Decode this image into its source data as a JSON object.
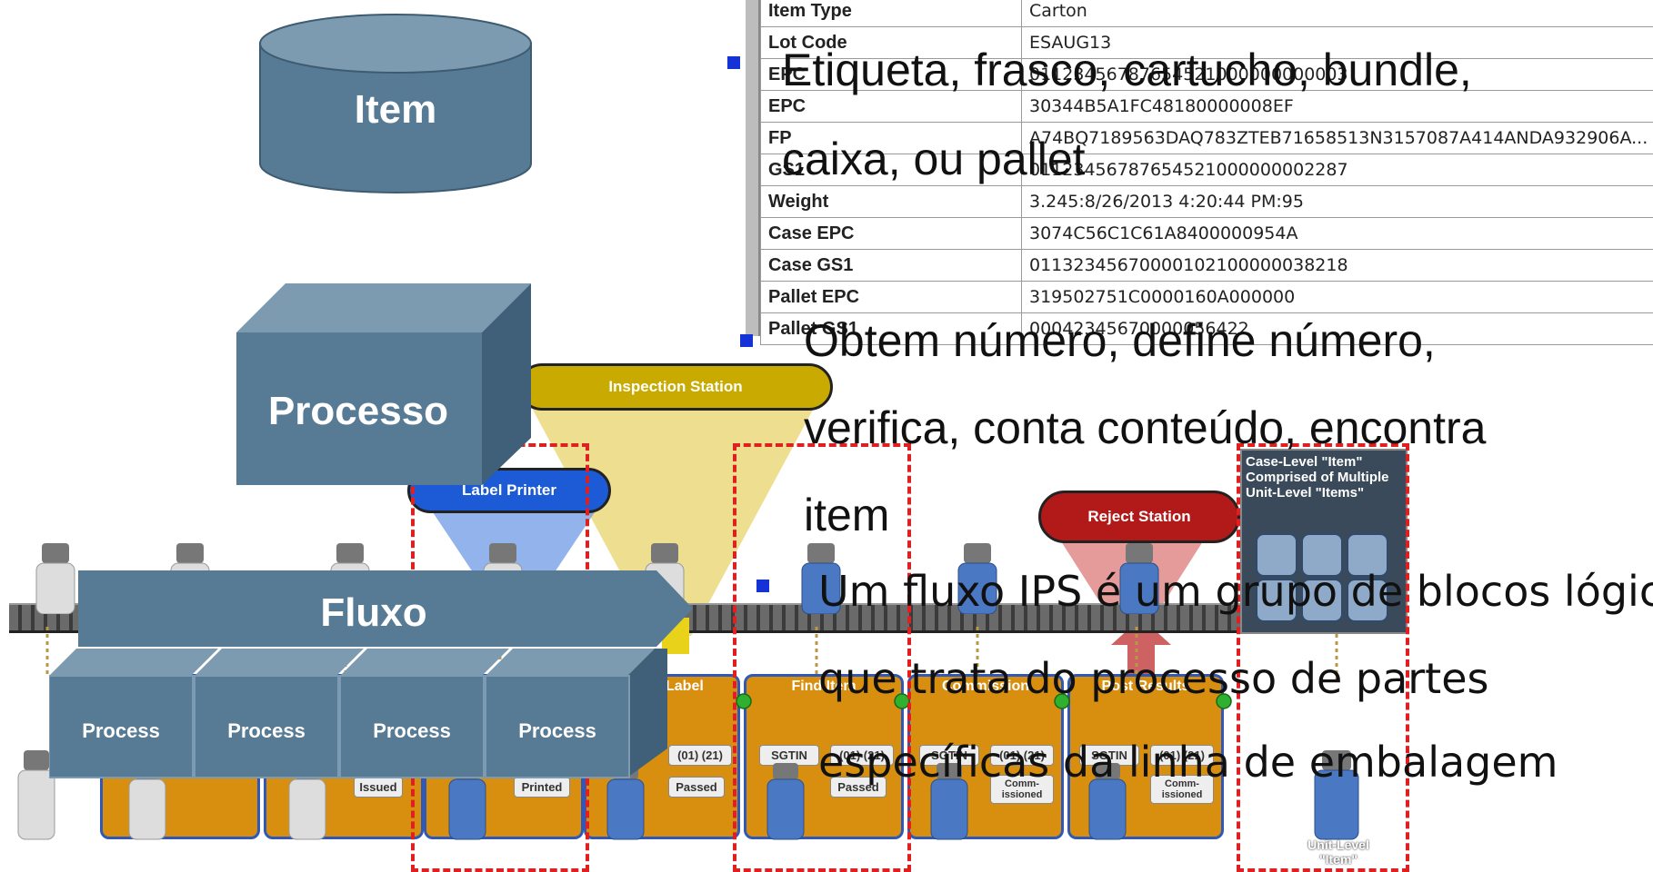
{
  "item_shape": {
    "label": "Item"
  },
  "processo_shape": {
    "label": "Processo"
  },
  "fluxo_shape": {
    "label": "Fluxo"
  },
  "process_cubes": [
    "Process",
    "Process",
    "Process",
    "Process"
  ],
  "table": {
    "rows": [
      {
        "key": "Item Type",
        "value": "Carton"
      },
      {
        "key": "Lot Code",
        "value": "ESAUG13"
      },
      {
        "key": "EPC",
        "value": "01123456787654521000000000003"
      },
      {
        "key": "EPC",
        "value": "30344B5A1FC48180000008EF"
      },
      {
        "key": "FP",
        "value": "A74BQ7189563DAQ783ZTEB71658513N3157087A414ANDA932906A..."
      },
      {
        "key": "GS1",
        "value": "01123456787654521000000002287"
      },
      {
        "key": "Weight",
        "value": "3.245:8/26/2013 4:20:44 PM:95"
      },
      {
        "key": "Case EPC",
        "value": "3074C56C1C61A8400000954A"
      },
      {
        "key": "Case GS1",
        "value": "01132345670000102100000038218"
      },
      {
        "key": "Pallet EPC",
        "value": "319502751C0000160A000000"
      },
      {
        "key": "Pallet GS1",
        "value": "00042345670000056422"
      }
    ]
  },
  "bullets": {
    "b1_line1": "Etiqueta, frasco, cartucho, bundle,",
    "b1_line2": "caixa, ou pallet",
    "b2_line1": "Obtem número, define número,",
    "b2_line2": "verifica, conta conteúdo, encontra",
    "b2_line3": "item",
    "b3_line1": "Um fluxo IPS é um grupo de blocos lógicos",
    "b3_line2": "que trata do processo de partes",
    "b3_line3": "específicas da linha de embalagem"
  },
  "stations": {
    "inspection": "Inspection Station",
    "label_printer": "Label Printer",
    "reject": "Reject Station"
  },
  "blocks": [
    {
      "title": "t Label",
      "chips": [
        "(01) (21)",
        "Passed"
      ]
    },
    {
      "title": "Find Item",
      "chips": [
        "SGTIN",
        "(01) (21)",
        "Passed"
      ]
    },
    {
      "title": "Commission",
      "chips": [
        "SGTIN",
        "(01) (21)",
        "Comm-issioned"
      ]
    },
    {
      "title": "Post Results",
      "chips": [
        "SGTIN",
        "(01) (21)",
        "Comm-issioned"
      ]
    }
  ],
  "under_chips": [
    "Issued",
    "Printed"
  ],
  "case_level": {
    "line1": "Case-Level \"Item\"",
    "line2": "Comprised of Multiple",
    "line3": "Unit-Level \"Items\""
  },
  "unit_level": {
    "line1": "Unit-Level",
    "line2": "\"Item\""
  },
  "colors": {
    "slate": "#577b94",
    "inspection": "#c8aa00",
    "label_printer": "#1d5bd6",
    "reject": "#b21a1a",
    "dashed": "#e02020",
    "bullet": "#1432d6"
  }
}
